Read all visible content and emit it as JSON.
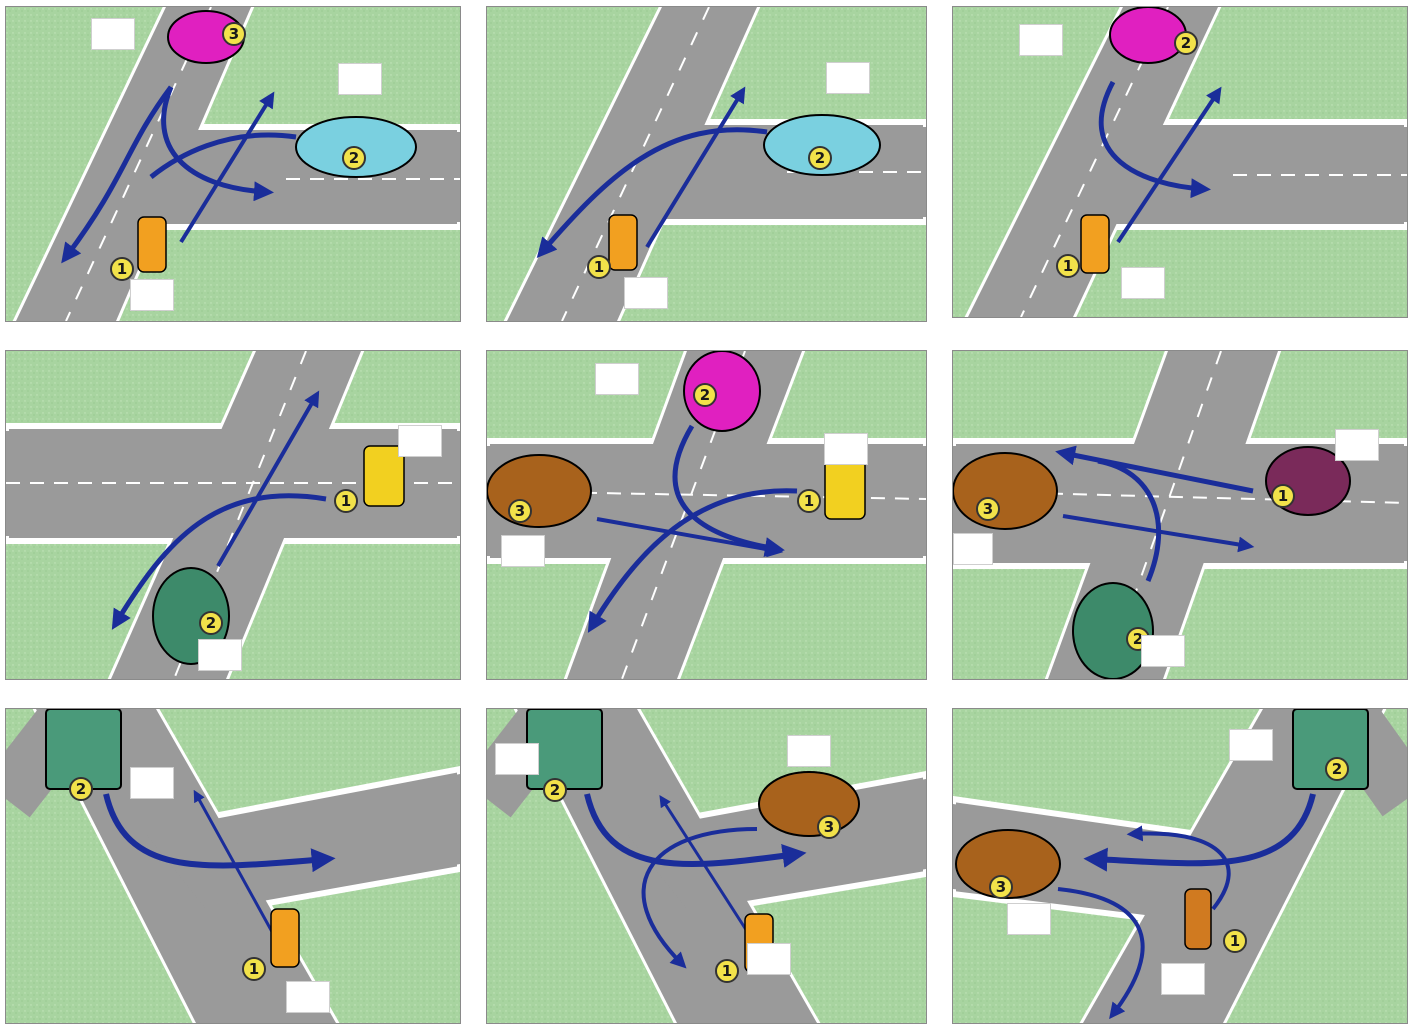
{
  "colors": {
    "grass": "#a8d4a0",
    "road": "#9a9a9a",
    "curb": "#ffffff",
    "arrow": "#1a2d9a",
    "badge": "#f2e24a",
    "car_magenta": "#e020c0",
    "car_green": "#3d8a6a",
    "car_brown": "#a8621c",
    "tram": "#4a9a7a",
    "blank_box": "#ffffff"
  },
  "panels": [
    {
      "id": "p1",
      "badges": [
        "1",
        "2",
        "3"
      ]
    },
    {
      "id": "p2",
      "badges": [
        "1",
        "2"
      ]
    },
    {
      "id": "p3",
      "badges": [
        "1",
        "2"
      ]
    },
    {
      "id": "p4",
      "badges": [
        "1",
        "2"
      ]
    },
    {
      "id": "p5",
      "badges": [
        "1",
        "2",
        "3"
      ]
    },
    {
      "id": "p6",
      "badges": [
        "1",
        "2",
        "3"
      ]
    },
    {
      "id": "p7",
      "badges": [
        "1",
        "2"
      ]
    },
    {
      "id": "p8",
      "badges": [
        "1",
        "2",
        "3"
      ]
    },
    {
      "id": "p9",
      "badges": [
        "1",
        "2",
        "3"
      ]
    }
  ]
}
